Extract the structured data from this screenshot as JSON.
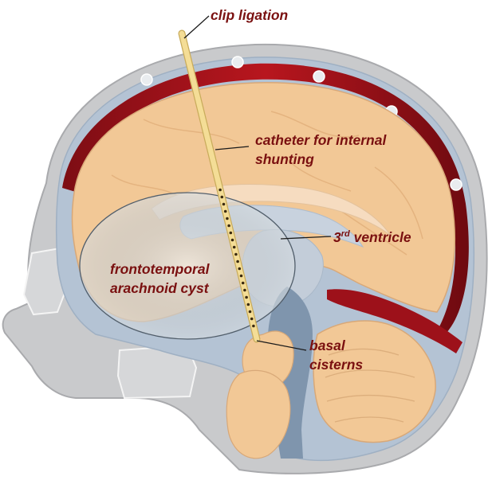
{
  "labels": {
    "clip_ligation": "clip ligation",
    "catheter_line1": "catheter for internal",
    "catheter_line2": "shunting",
    "ventricle_main": "3",
    "ventricle_sup": "rd",
    "ventricle_rest": " ventricle",
    "cyst_line1": "frontotemporal",
    "cyst_line2": "arachnoid cyst",
    "basal_line1": "basal",
    "basal_line2": "cisterns"
  },
  "colors": {
    "skull": "#c9cacc",
    "skull_outline": "#a9aaad",
    "csf": "#b4c3d4",
    "sinus": "#a8141c",
    "brain": "#f2c896",
    "brain_outline": "#d8a878",
    "white_matter": "#f6dcc0",
    "ventricle": "#c8d2de",
    "brainstem": "#7f95ad",
    "catheter": "#f4dd96",
    "cyst_fill": "#e2e8ee",
    "label_text": "#7a1010"
  }
}
